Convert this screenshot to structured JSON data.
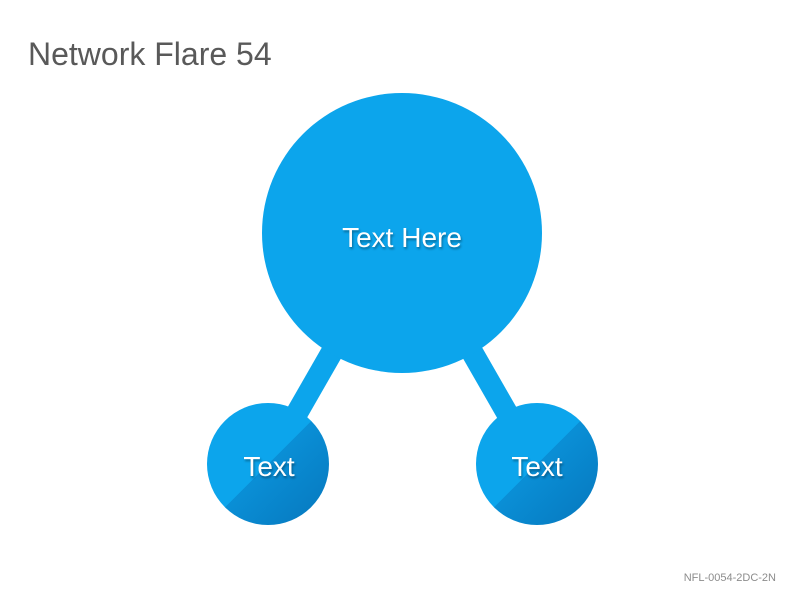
{
  "slide": {
    "title": "Network Flare 54",
    "code": "NFL-0054-2DC-2N"
  },
  "diagram": {
    "main_node": {
      "label": "Text Here"
    },
    "child_nodes": [
      {
        "label": "Text"
      },
      {
        "label": "Text"
      }
    ],
    "colors": {
      "node_fill": "#0ca5ec",
      "node_shadow": "#0a84c8",
      "connector": "#0ca5ec",
      "label_text": "#ffffff"
    }
  }
}
